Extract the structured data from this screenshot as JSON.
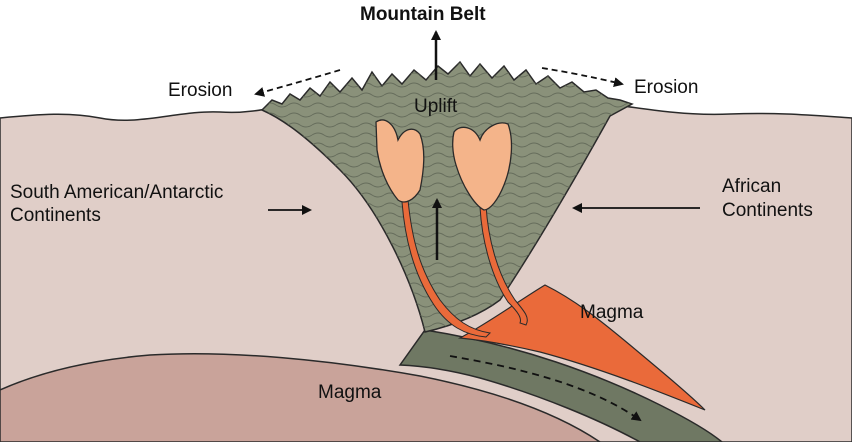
{
  "diagram": {
    "title": "Mountain Belt",
    "labels": {
      "erosion_left": "Erosion",
      "erosion_right": "Erosion",
      "uplift": "Uplift",
      "south_american_line1": "South American/Antarctic",
      "south_american_line2": "Continents",
      "african_line1": "African",
      "african_line2": "Continents",
      "magma_right": "Magma",
      "magma_bottom": "Magma"
    },
    "colors": {
      "continent": "#e0cec8",
      "mountain": "#8a917a",
      "mountain_lines": "#5f6656",
      "pluton": "#f4b48a",
      "magma": "#ea6a3a",
      "slab": "#6f7863",
      "mantle": "#c9a39a",
      "outline": "#2a2a2a"
    }
  }
}
